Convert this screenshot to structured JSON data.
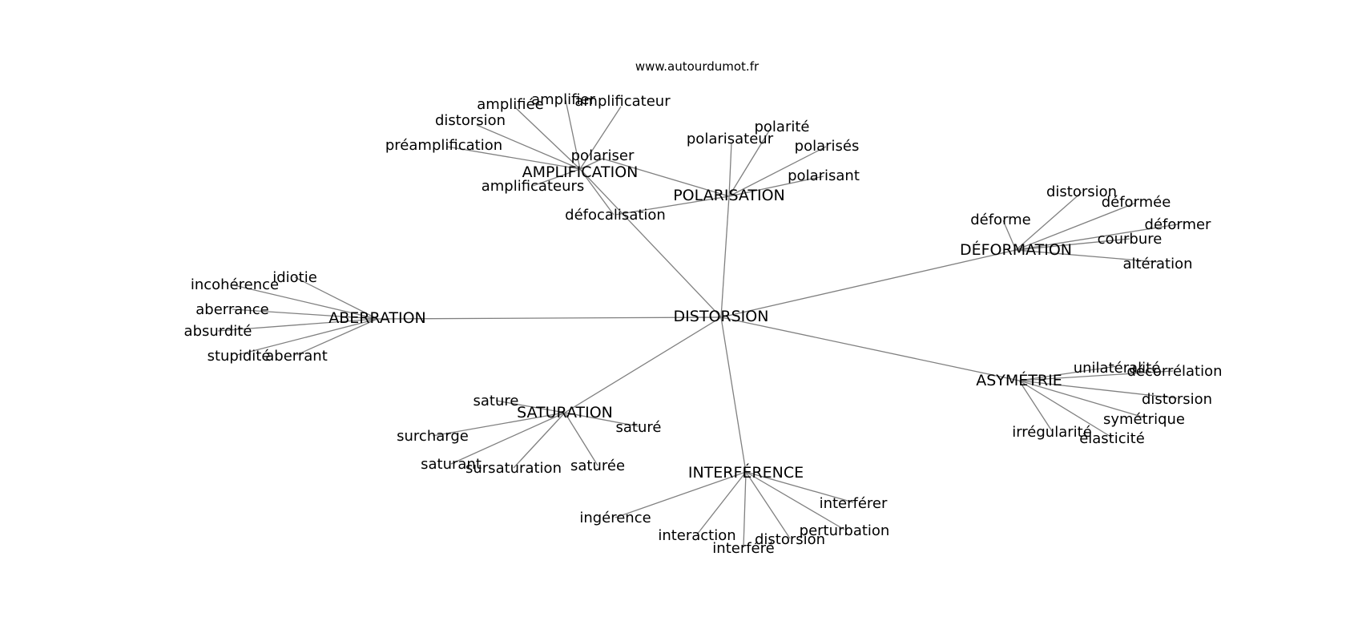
{
  "site": "www.autourdumot.fr",
  "colors": {
    "edge": "#808080",
    "text": "#000000",
    "background": "#ffffff"
  },
  "center": "DISTORSION",
  "groups": [
    {
      "id": "amplification",
      "label": "AMPLIFICATION",
      "leaves": [
        "amplifiée",
        "amplifier",
        "amplificateur",
        "distorsion",
        "préamplification",
        "polariser",
        "amplificateurs",
        "défocalisation"
      ]
    },
    {
      "id": "polarisation",
      "label": "POLARISATION",
      "leaves": [
        "polarisateur",
        "polarité",
        "polarisés",
        "polarisant",
        "défocalisation",
        "polariser"
      ]
    },
    {
      "id": "deformation",
      "label": "DÉFORMATION",
      "leaves": [
        "distorsion",
        "déformée",
        "déforme",
        "déformer",
        "courbure",
        "altération"
      ]
    },
    {
      "id": "aberration",
      "label": "ABERRATION",
      "leaves": [
        "idiotie",
        "incohérence",
        "aberrance",
        "absurdité",
        "stupidité",
        "aberrant"
      ]
    },
    {
      "id": "asymetrie",
      "label": "ASYMÉTRIE",
      "leaves": [
        "unilatéralité",
        "décorrélation",
        "distorsion",
        "symétrique",
        "irrégularité",
        "élasticité"
      ]
    },
    {
      "id": "saturation",
      "label": "SATURATION",
      "leaves": [
        "sature",
        "saturé",
        "surcharge",
        "saturant",
        "sursaturation",
        "saturée"
      ]
    },
    {
      "id": "interference",
      "label": "INTERFÉRENCE",
      "leaves": [
        "interférer",
        "ingérence",
        "perturbation",
        "interaction",
        "distorsion",
        "interféré"
      ]
    }
  ]
}
